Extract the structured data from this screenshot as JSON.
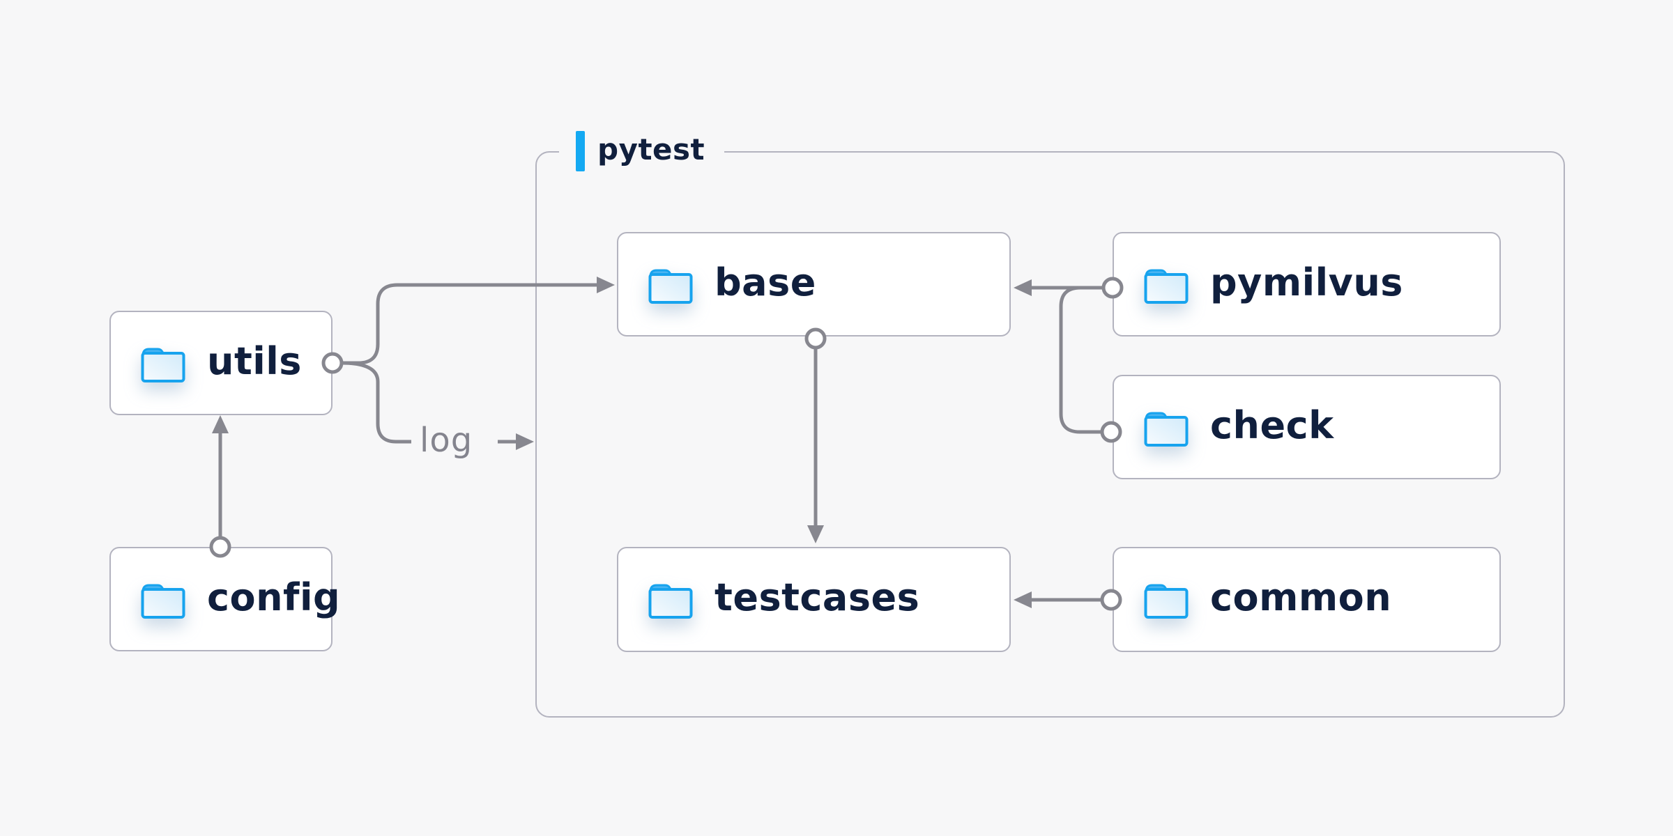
{
  "diagram": {
    "container": {
      "label": "pytest"
    },
    "nodes": [
      {
        "id": "utils",
        "label": "utils"
      },
      {
        "id": "config",
        "label": "config"
      },
      {
        "id": "base",
        "label": "base"
      },
      {
        "id": "testcases",
        "label": "testcases"
      },
      {
        "id": "pymilvus",
        "label": "pymilvus"
      },
      {
        "id": "check",
        "label": "check"
      },
      {
        "id": "common",
        "label": "common"
      }
    ],
    "edge_labels": {
      "log": "log"
    },
    "edges": [
      {
        "from": "config",
        "to": "utils"
      },
      {
        "from": "utils",
        "to": "base"
      },
      {
        "from": "utils",
        "to": "log"
      },
      {
        "from": "base",
        "to": "testcases"
      },
      {
        "from": "pymilvus",
        "to": "base"
      },
      {
        "from": "check",
        "to": "base"
      },
      {
        "from": "common",
        "to": "testcases"
      }
    ],
    "colors": {
      "background": "#f7f7f8",
      "accent_blue": "#14a9f2",
      "folder_blue": "#17a3ee",
      "text_navy": "#101f3d",
      "line_gray": "#87878f",
      "border_gray": "#b3b3bf",
      "edge_label_gray": "#84848e",
      "node_fill": "#ffffff"
    }
  }
}
